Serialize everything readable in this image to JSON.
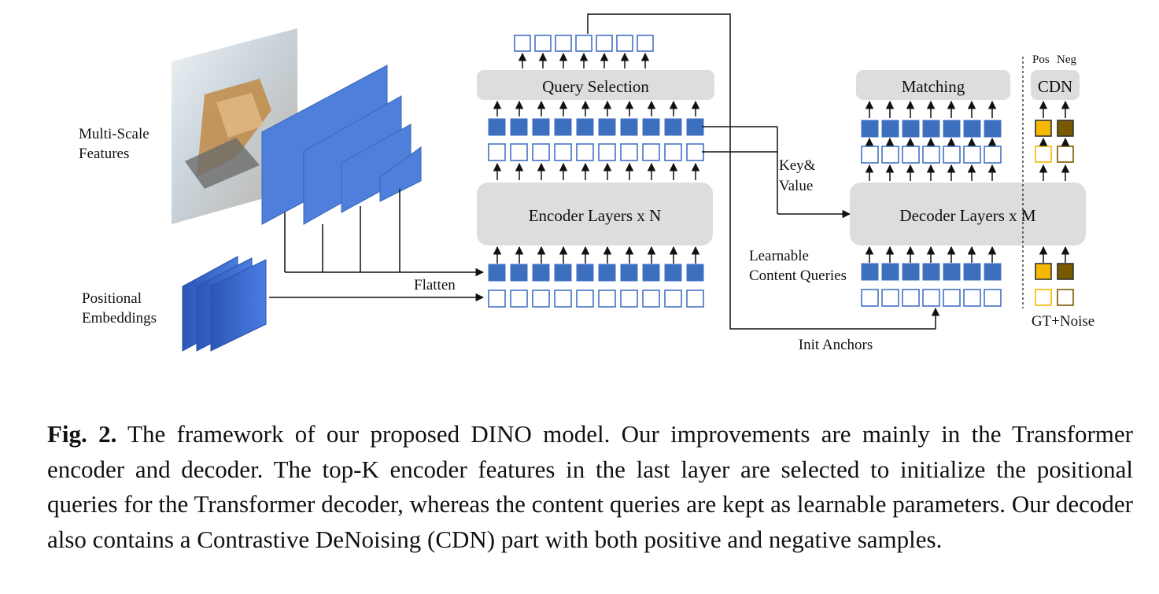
{
  "diagram": {
    "multi_scale_label": [
      "Multi-Scale",
      "Features"
    ],
    "positional_label": [
      "Positional",
      "Embeddings"
    ],
    "flatten_label": "Flatten",
    "query_selection_label": "Query Selection",
    "encoder_label": "Encoder Layers x N",
    "key_value_label": [
      "Key&",
      "Value"
    ],
    "matching_label": "Matching",
    "cdn_label": "CDN",
    "pos_label": "Pos",
    "neg_label": "Neg",
    "decoder_label": "Decoder Layers x M",
    "learnable_label": [
      "Learnable",
      "Content Queries"
    ],
    "init_anchors_label": "Init Anchors",
    "gt_noise_label": "GT+Noise",
    "colors": {
      "feature_blue": "#4d7fdb",
      "token_fill": "#3d6fbf",
      "token_outline": "#4472c4",
      "block_gray": "#dddddd",
      "pos_yellow": "#f5b800",
      "neg_brown": "#7a5a00"
    }
  },
  "caption": {
    "fig_label": "Fig. 2.",
    "text": "The framework of our proposed DINO model. Our improvements are mainly in the Transformer encoder and decoder. The top-K encoder features in the last layer are selected to initialize the positional queries for the Transformer decoder, whereas the content queries are kept as learnable parameters. Our decoder also contains a Contrastive DeNoising (CDN) part with both positive and negative samples."
  }
}
